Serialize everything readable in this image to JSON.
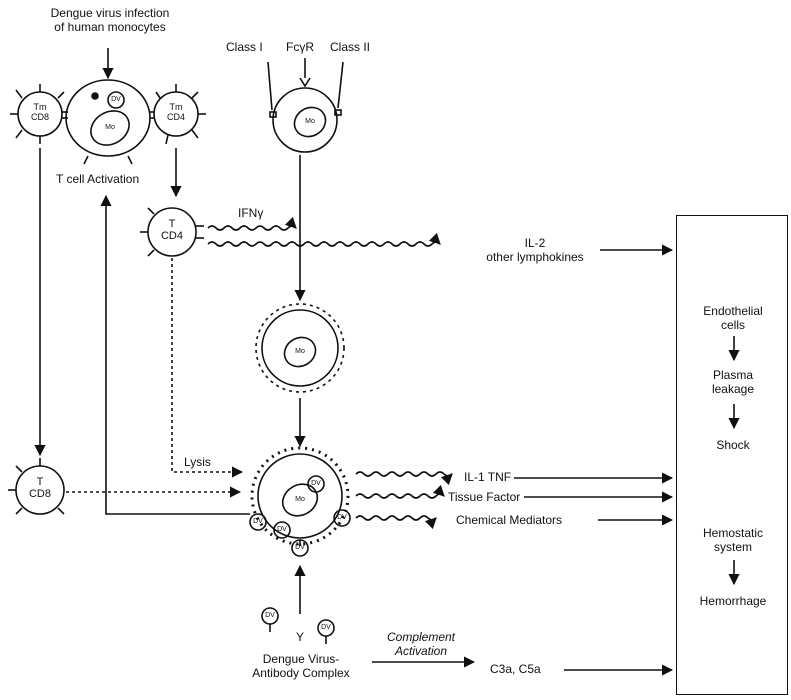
{
  "labels": {
    "infection": "Dengue virus infection\nof human monocytes",
    "class1": "Class I",
    "fcr": "FcγR",
    "class2": "Class II",
    "tcell_activation": "T cell Activation",
    "ifn": "IFNγ",
    "il2": "IL-2\nother lymphokines",
    "lysis": "Lysis",
    "il1tnf": "IL-1 TNF",
    "tissue_factor": "Tissue Factor",
    "chem_med": "Chemical Mediators",
    "complement": "Complement\nActivation",
    "complex": "Dengue Virus-\nAntibody Complex",
    "c3a": "C3a, C5a",
    "antibody_y": "Y"
  },
  "cells": {
    "tm_cd8": "Tm\nCD8",
    "tm_cd4": "Tm\nCD4",
    "t_cd4": "T\nCD4",
    "t_cd8": "T\nCD8",
    "mo": "Mo",
    "dv": "DV"
  },
  "outcome_box": {
    "endothelial": "Endothelial\ncells",
    "plasma": "Plasma\nleakage",
    "shock": "Shock",
    "hemostatic": "Hemostatic\nsystem",
    "hemorrhage": "Hemorrhage"
  }
}
